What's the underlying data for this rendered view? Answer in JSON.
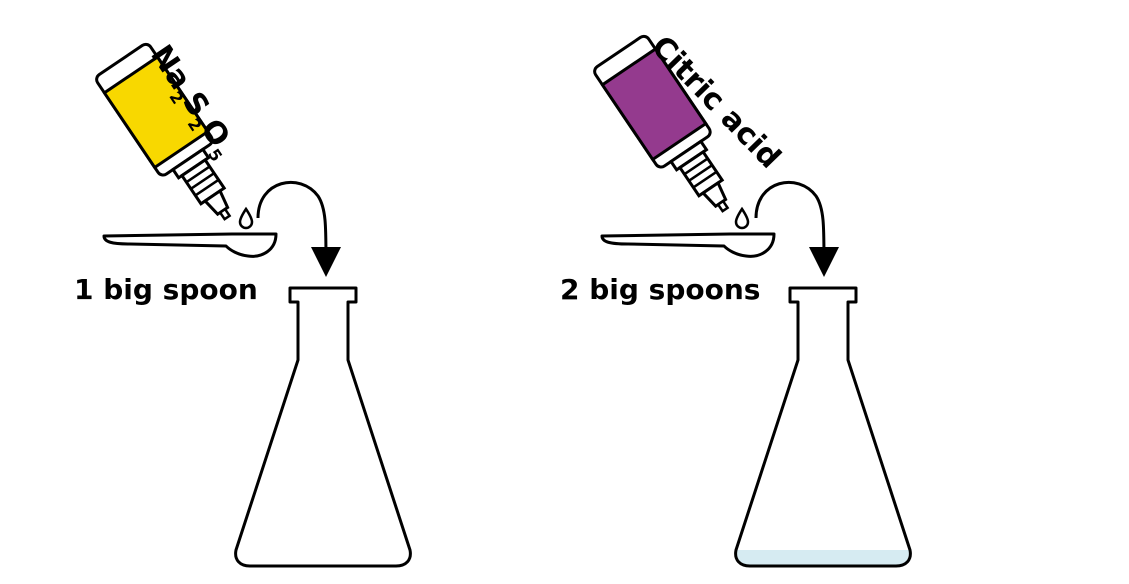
{
  "panels": [
    {
      "bottle_label": "Na",
      "bottle_label_sub1": "2",
      "bottle_label_mid": "S",
      "bottle_label_sub2": "2",
      "bottle_label_end": "O",
      "bottle_label_sub3": "5",
      "bottle_color": "#f8d800",
      "amount_label": "1 big spoon"
    },
    {
      "bottle_label": "Citric acid",
      "bottle_color": "#943a8e",
      "amount_label": "2 big spoons"
    }
  ],
  "liquid_color": "#d6ebf2",
  "icons": [
    "dropper-bottle-icon",
    "drop-icon",
    "spoon-icon",
    "curved-arrow-icon",
    "erlenmeyer-flask-icon"
  ]
}
